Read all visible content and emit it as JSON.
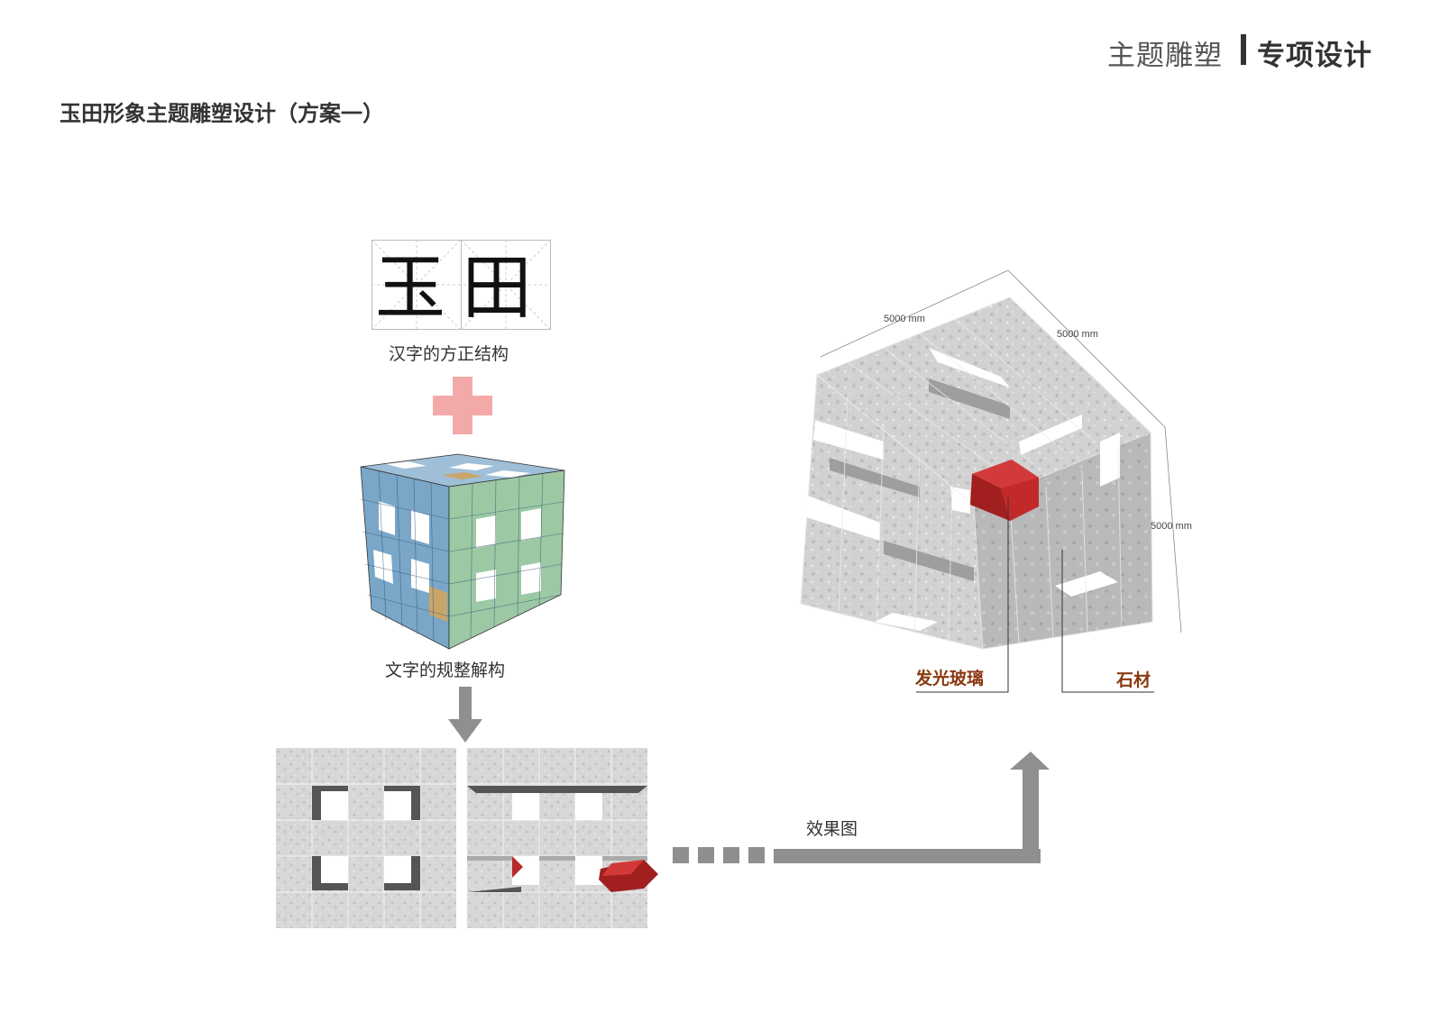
{
  "header": {
    "category": "主题雕塑",
    "section": "专项设计"
  },
  "title": "玉田形象主题雕塑设计（方案一）",
  "steps": {
    "characters": "玉田",
    "structure_label": "汉字的方正结构",
    "deconstruct_label": "文字的规整解构",
    "render_label": "效果图"
  },
  "dimensions": {
    "width": "5000 mm",
    "depth": "5000 mm",
    "height": "5000 mm"
  },
  "callouts": {
    "glass": "发光玻璃",
    "stone": "石材"
  },
  "colors": {
    "plus": "#f4a9a9",
    "arrow": "#8f8f8f",
    "glass": "#b52a2a",
    "cube_blue": "#7aa6c8",
    "cube_green": "#9cc8a4",
    "cube_tan": "#c9a56a",
    "callout_text": "#8a3a10"
  }
}
